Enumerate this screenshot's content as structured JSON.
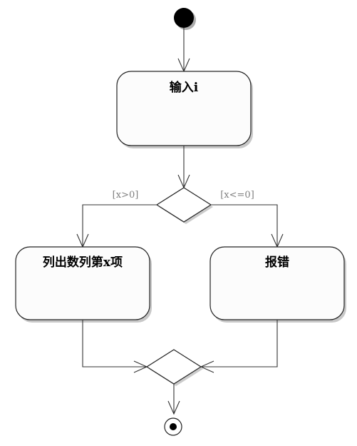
{
  "diagram": {
    "type": "uml-activity",
    "nodes": {
      "start": {
        "kind": "initial"
      },
      "input": {
        "kind": "action",
        "label": "输入i"
      },
      "decision": {
        "kind": "decision"
      },
      "list": {
        "kind": "action",
        "label": "列出数列第x项"
      },
      "error": {
        "kind": "action",
        "label": "报错"
      },
      "merge": {
        "kind": "merge"
      },
      "end": {
        "kind": "final"
      }
    },
    "guards": {
      "left": "[x>0]",
      "right": "[x<=0]"
    },
    "edges": [
      {
        "from": "start",
        "to": "input"
      },
      {
        "from": "input",
        "to": "decision"
      },
      {
        "from": "decision",
        "to": "list",
        "guard": "[x>0]"
      },
      {
        "from": "decision",
        "to": "error",
        "guard": "[x<=0]"
      },
      {
        "from": "list",
        "to": "merge"
      },
      {
        "from": "error",
        "to": "merge"
      },
      {
        "from": "merge",
        "to": "end"
      }
    ]
  }
}
